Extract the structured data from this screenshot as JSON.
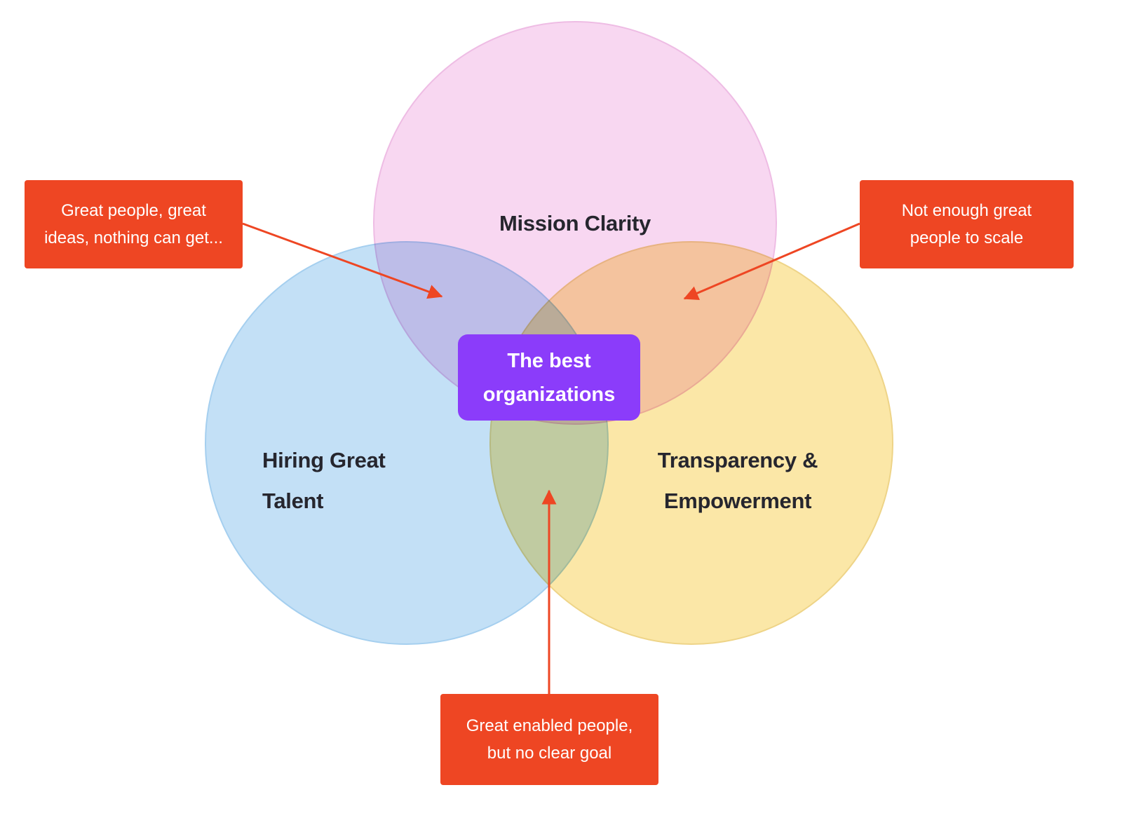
{
  "diagram": {
    "type": "venn-3",
    "label_color": "#26262e",
    "arrow_color": "#ee4623",
    "circles": {
      "mission": {
        "label": "Mission Clarity",
        "fill": "#f8d7f1",
        "border": "#eebce4"
      },
      "talent": {
        "line1": "Hiring Great",
        "line2": "Talent",
        "fill": "#c3e0f6",
        "border": "#a5cfef"
      },
      "transparency": {
        "line1": "Transparency &",
        "line2": "Empowerment",
        "fill": "#fbe7a7",
        "border": "#eed488"
      }
    },
    "center_badge": {
      "line1": "The best",
      "line2": "organizations",
      "fill": "#8b3cfa",
      "text_color": "#ffffff"
    },
    "callouts": {
      "left": {
        "line1": "Great people, great",
        "line2": "ideas, nothing can get...",
        "fill": "#ee4623"
      },
      "right": {
        "line1": "Not enough great",
        "line2": "people to scale",
        "fill": "#ee4623"
      },
      "bottom": {
        "line1": "Great enabled people,",
        "line2": "but no clear goal",
        "fill": "#ee4623"
      }
    }
  }
}
